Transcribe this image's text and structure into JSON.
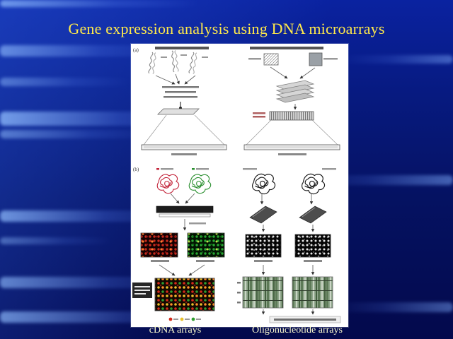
{
  "slide": {
    "title": "Gene expression analysis using DNA microarrays",
    "caption_left": "cDNA arrays",
    "caption_right": "Oligonucleotide arrays"
  },
  "figure": {
    "panel_a_label": "(a)",
    "panel_b_label": "(b)"
  },
  "colors": {
    "background_blue": "#071a80",
    "streak_blue": "#91beff",
    "title_yellow": "#ffe94a",
    "caption_cream": "#ffffd0",
    "panel_white": "#ffffff",
    "cy5_red": "#c3243a",
    "cy3_green": "#2a8f2f",
    "sample_black": "#1a1a1a"
  }
}
